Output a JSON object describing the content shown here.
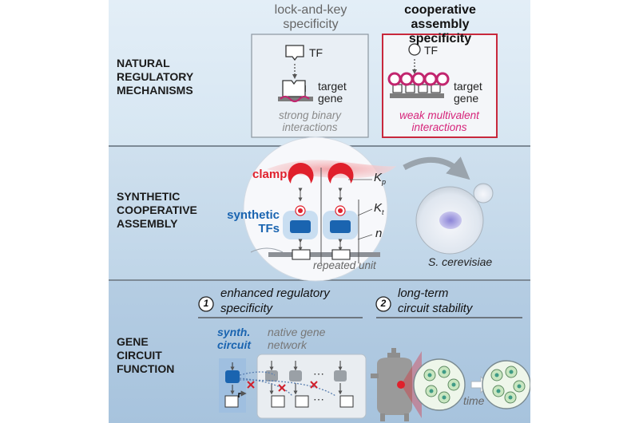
{
  "section1": {
    "label": "NATURAL\nREGULATORY\nMECHANISMS",
    "left_title": "lock-and-key\nspecificity",
    "right_title": "cooperative assembly\nspecificity",
    "tf_label": "TF",
    "target_label": "target\ngene",
    "left_caption": "strong binary\ninteractions",
    "right_caption": "weak multivalent\ninteractions"
  },
  "section2": {
    "label": "SYNTHETIC\nCOOPERATIVE\nASSEMBLY",
    "clamp_label": "clamp",
    "tfs_label": "synthetic\nTFs",
    "kp_main": "K",
    "kp_sub": "p",
    "kt_main": "K",
    "kt_sub": "t",
    "n_label": "n",
    "repeated_unit": "repeated unit",
    "organism": "S. cerevisiae"
  },
  "section3": {
    "label": "GENE\nCIRCUIT\nFUNCTION",
    "item1_num": "1",
    "item1_text": "enhanced regulatory\nspecificity",
    "item2_num": "2",
    "item2_text": "long-term\ncircuit stability",
    "synth_circuit": "synth.\ncircuit",
    "native_network": "native gene\nnetwork",
    "dots": "⋯",
    "time_label": "time"
  },
  "colors": {
    "magenta": "#d6247a",
    "red_box": "#c8283c",
    "blue_tf": "#1a64b0",
    "clamp_red": "#e0202c"
  }
}
